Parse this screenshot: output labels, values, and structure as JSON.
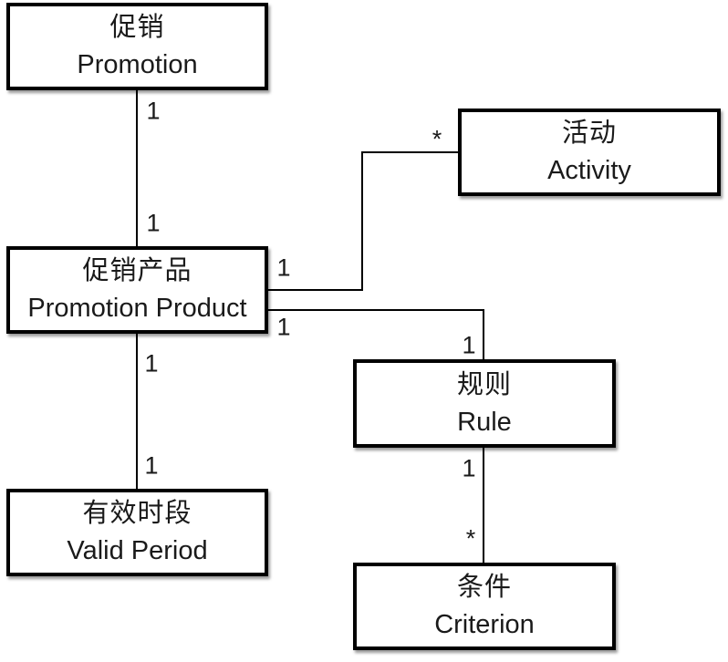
{
  "diagram": {
    "background_color": "#ffffff",
    "box_fill_color": "#ffffff",
    "box_border_color": "#000000",
    "line_color": "#000000",
    "nodes": {
      "promotion": {
        "zh": "促销",
        "en": "Promotion"
      },
      "activity": {
        "zh": "活动",
        "en": "Activity"
      },
      "promotion_product": {
        "zh": "促销产品",
        "en": "Promotion Product"
      },
      "rule": {
        "zh": "规则",
        "en": "Rule"
      },
      "valid_period": {
        "zh": "有效时段",
        "en": "Valid Period"
      },
      "criterion": {
        "zh": "条件",
        "en": "Criterion"
      }
    },
    "edges": {
      "promotion_to_promotion_product": {
        "from": "promotion",
        "to": "promotion_product",
        "from_label": "1",
        "to_label": "1"
      },
      "promotion_product_to_activity": {
        "from": "promotion_product",
        "to": "activity",
        "from_label": "1",
        "to_label": "*"
      },
      "promotion_product_to_rule": {
        "from": "promotion_product",
        "to": "rule",
        "from_label": "1",
        "to_label": "1"
      },
      "promotion_product_to_valid_period": {
        "from": "promotion_product",
        "to": "valid_period",
        "from_label": "1",
        "to_label": "1"
      },
      "rule_to_criterion": {
        "from": "rule",
        "to": "criterion",
        "from_label": "1",
        "to_label": "*"
      }
    }
  }
}
